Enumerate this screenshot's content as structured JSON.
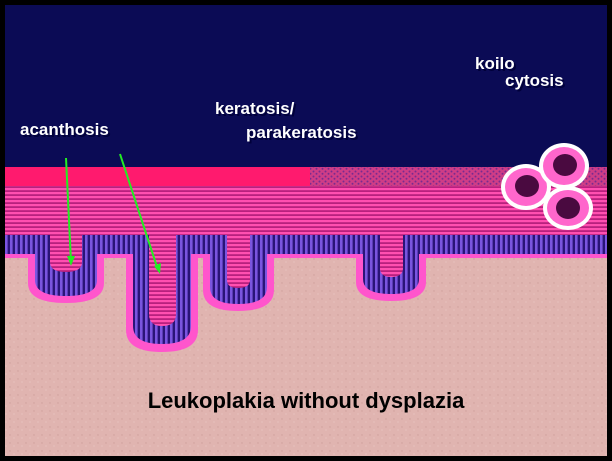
{
  "labels": {
    "acanthosis": "acanthosis",
    "keratosis_line1": "keratosis/",
    "keratosis_line2": "parakeratosis",
    "koilo_line1": "koilo",
    "koilo_line2": "cytosis"
  },
  "title": "Leukoplakia without dysplazia",
  "colors": {
    "background": "#0b0b55",
    "keratin_layer": "#ff1a6e",
    "parakeratin_layer": "#c03a8a",
    "epithelium_stripes": "#ff5cb8",
    "basal_layer": "#6633cc",
    "connective_tissue": "#e0b4b0",
    "arrows": "#22ee22",
    "koilocyte_halo": "#ff66cc",
    "koilocyte_nucleus": "#4a0a40"
  }
}
